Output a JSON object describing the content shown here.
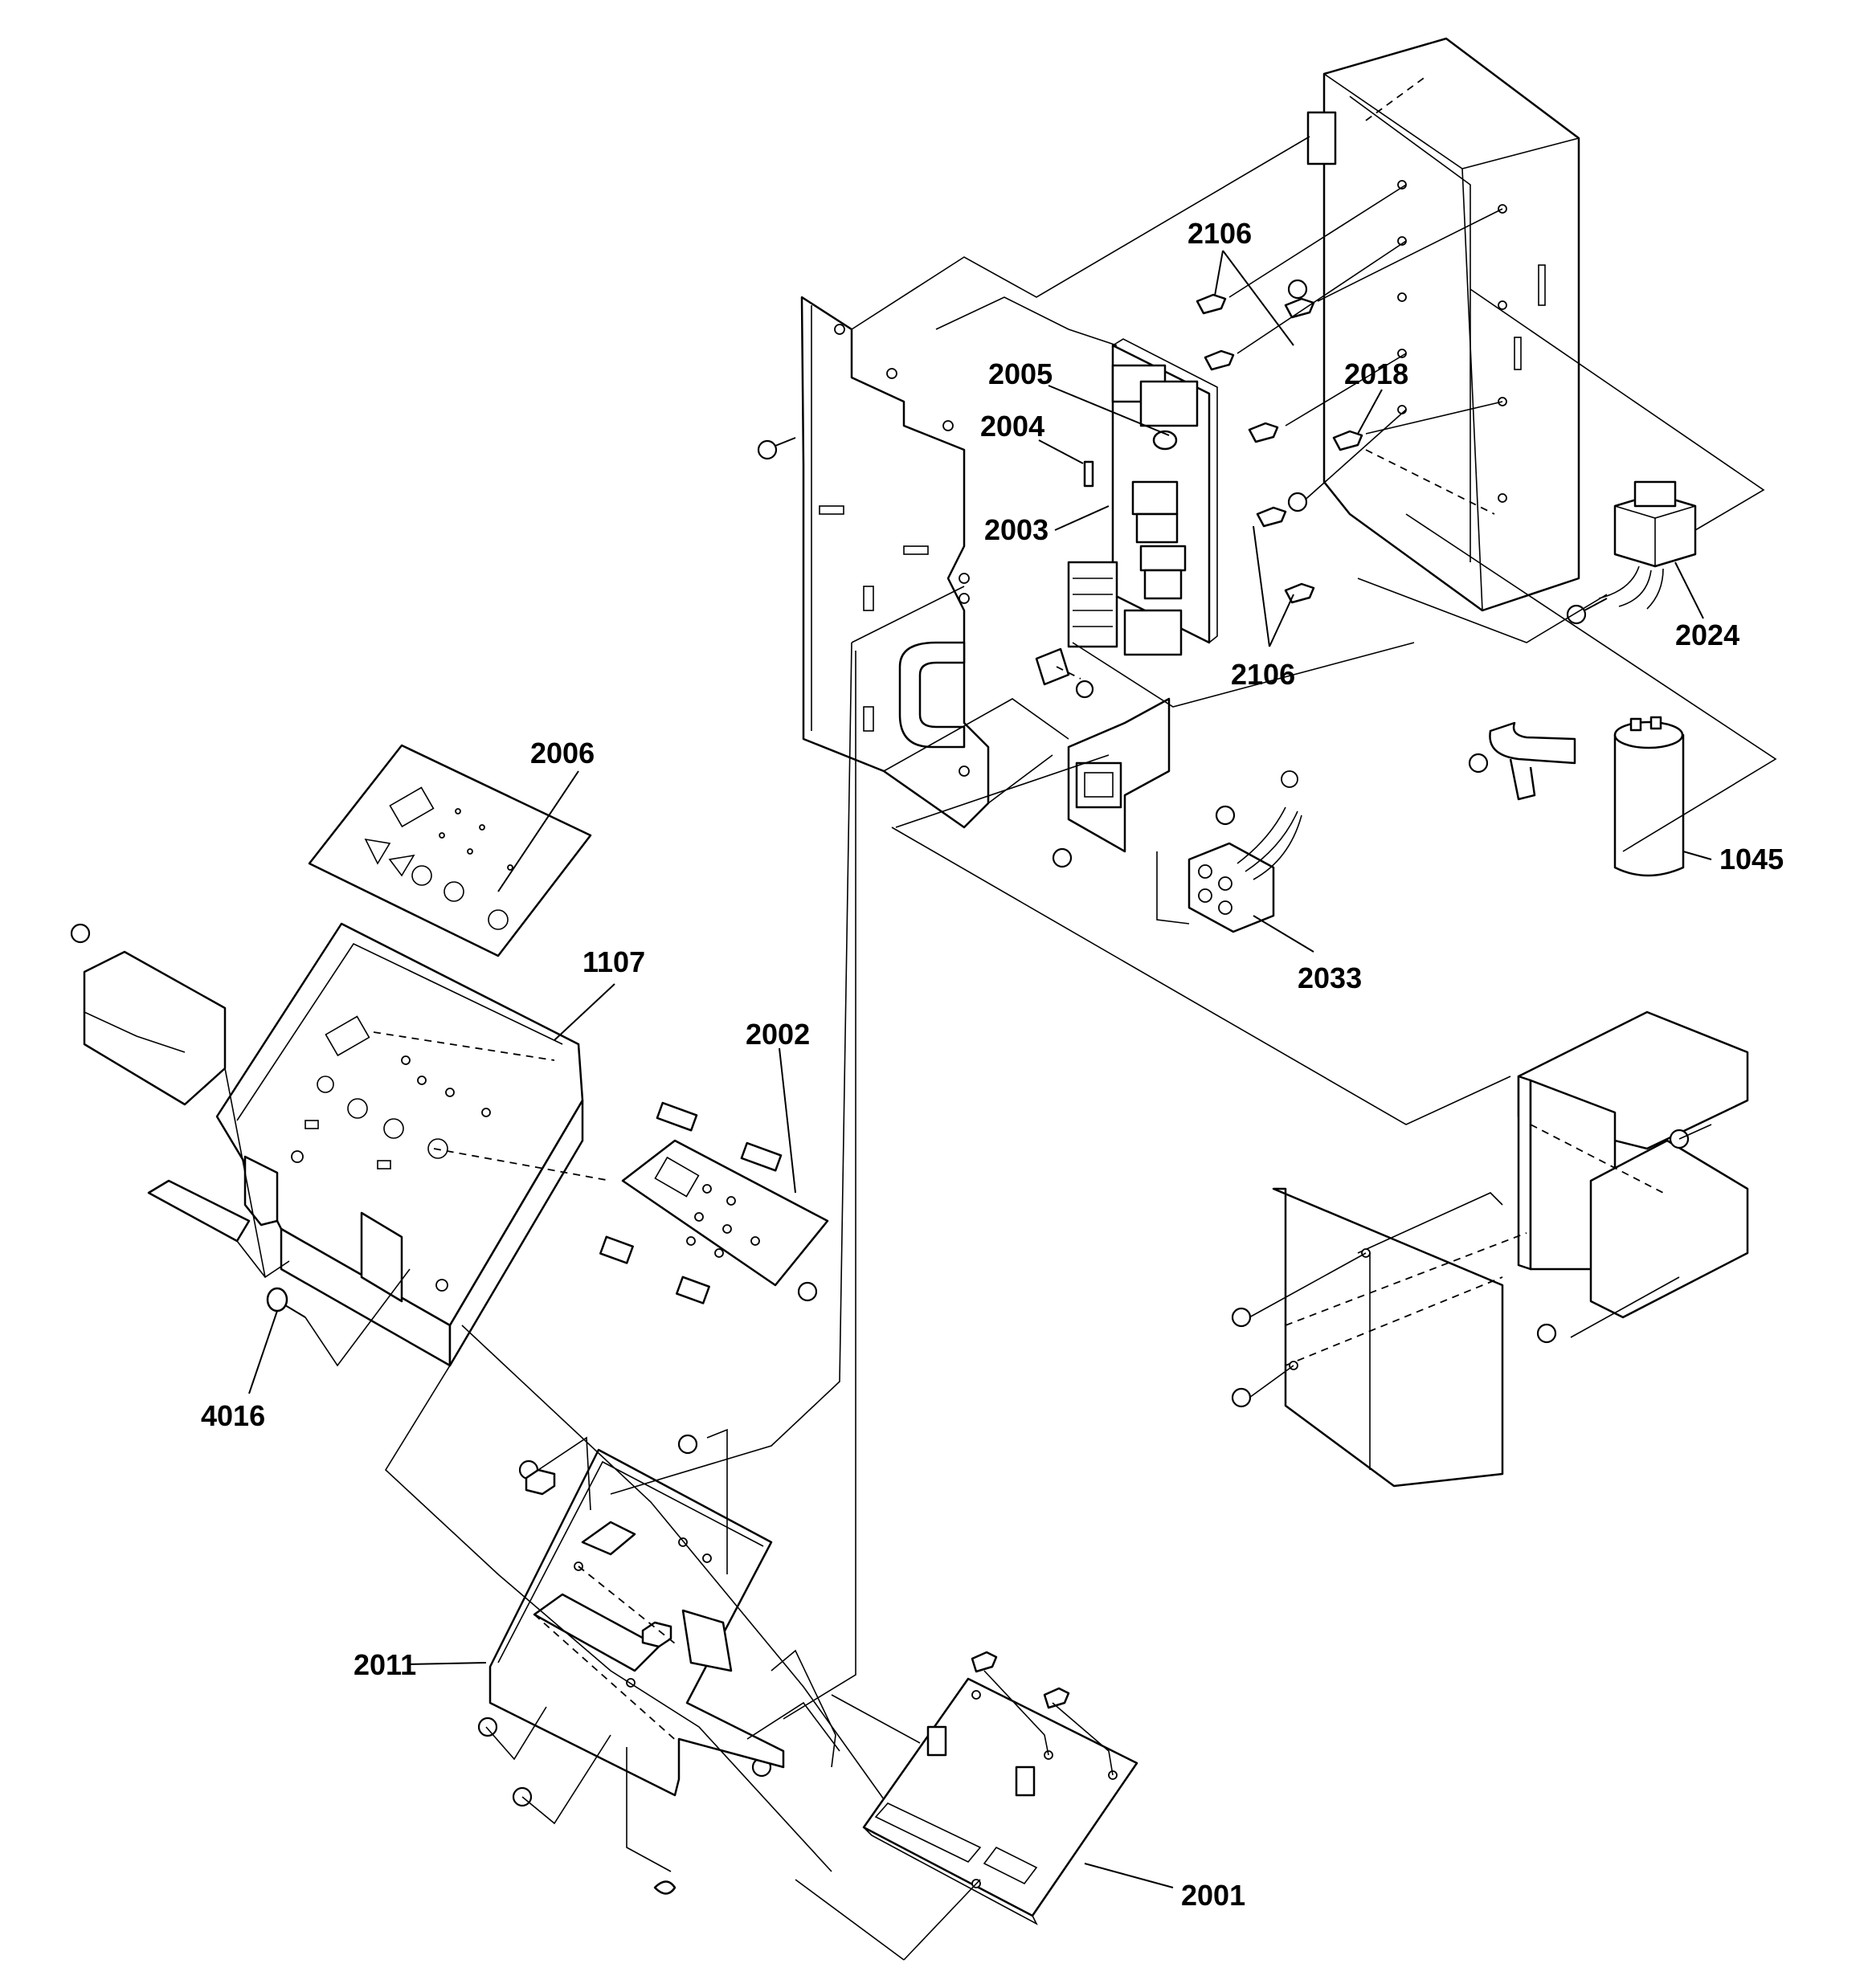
{
  "callouts": [
    {
      "id": "c1045",
      "text": "1045"
    },
    {
      "id": "c1107",
      "text": "1107"
    },
    {
      "id": "c2001",
      "text": "2001"
    },
    {
      "id": "c2002",
      "text": "2002"
    },
    {
      "id": "c2003",
      "text": "2003"
    },
    {
      "id": "c2004",
      "text": "2004"
    },
    {
      "id": "c2005",
      "text": "2005"
    },
    {
      "id": "c2006",
      "text": "2006"
    },
    {
      "id": "c2011",
      "text": "2011"
    },
    {
      "id": "c2018",
      "text": "2018"
    },
    {
      "id": "c2024",
      "text": "2024"
    },
    {
      "id": "c2033",
      "text": "2033"
    },
    {
      "id": "c2106a",
      "text": "2106"
    },
    {
      "id": "c2106b",
      "text": "2106"
    },
    {
      "id": "c4016",
      "text": "4016"
    }
  ]
}
